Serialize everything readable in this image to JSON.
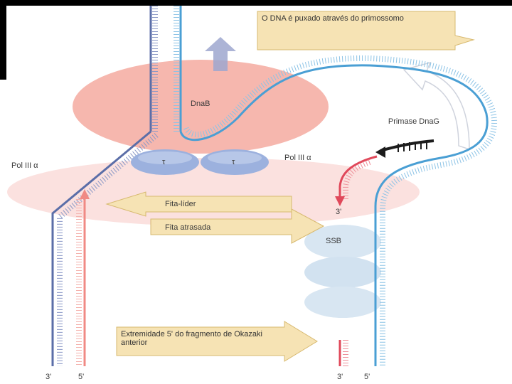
{
  "labels": {
    "dna_pulled": "O DNA é puxado através do primossomo",
    "dnab": "DnaB",
    "primase": "Primase DnaG",
    "pol3_left": "Pol III  α",
    "pol3_right": "Pol III  α",
    "tau_left": "τ",
    "tau_right": "τ",
    "leading": "Fita-líder",
    "lagging": "Fita atrasada",
    "ssb": "SSB",
    "okazaki": "Extremidade 5' do fragmento de Okazaki anterior",
    "three_prime_mid": "3'",
    "bottom_left_3": "3'",
    "bottom_left_5": "5'",
    "bottom_right_3": "3'",
    "bottom_right_5": "5'"
  },
  "colors": {
    "strand_navy": "#5b6ea8",
    "strand_blue": "#4a9fd4",
    "strand_red": "#e0485a",
    "strand_pink": "#f08a84",
    "dnab_fill": "#f6b7ae",
    "tau_fill": "#9cb1de",
    "ssb_fill": "#d8e6f2",
    "callout_fill": "#f6e3b4",
    "callout_stroke": "#d7b96f"
  }
}
